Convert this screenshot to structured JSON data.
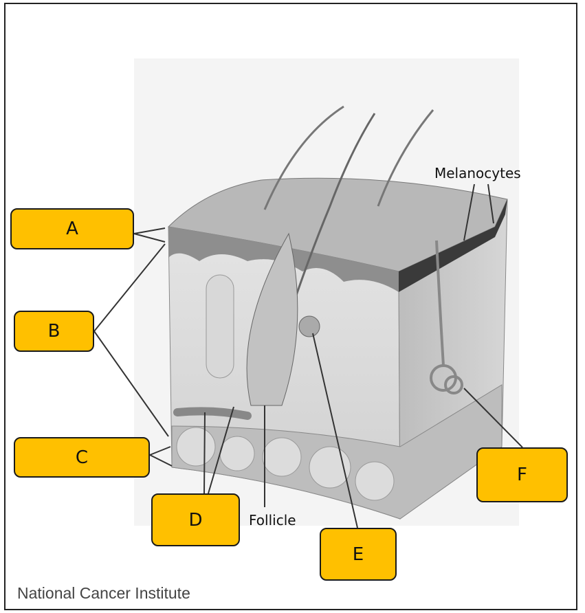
{
  "labels": {
    "a": "A",
    "b": "B",
    "c": "C",
    "d": "D",
    "e": "E",
    "f": "F"
  },
  "annotations": {
    "melanocytes": "Melanocytes",
    "follicle": "Follicle"
  },
  "credit": "National Cancer Institute",
  "colors": {
    "label_fill": "#FFC000",
    "label_border": "#1a1a1a"
  }
}
